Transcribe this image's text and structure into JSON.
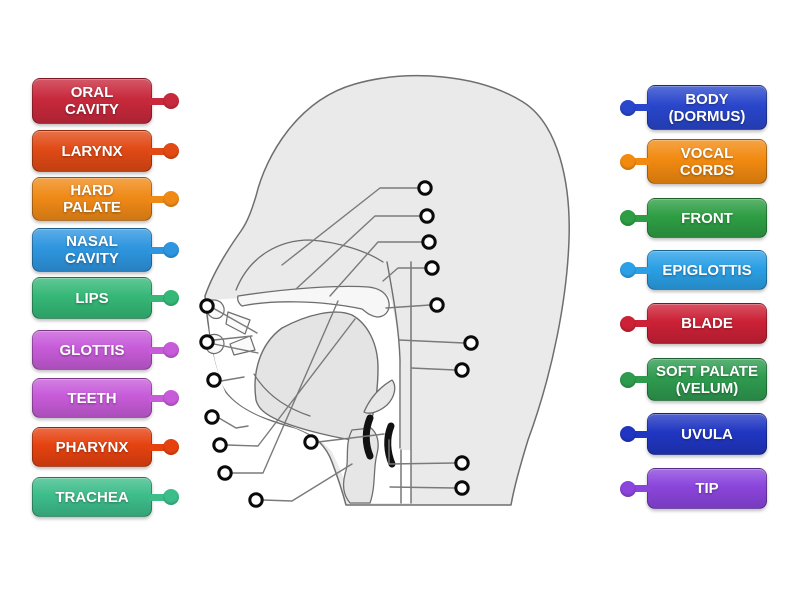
{
  "page": {
    "background": "#FFFFFF"
  },
  "left_labels": [
    {
      "text": "ORAL\nCAVITY",
      "color": "#C8293C"
    },
    {
      "text": "LARYNX",
      "color": "#E14A15"
    },
    {
      "text": "HARD\nPALATE",
      "color": "#F08A17"
    },
    {
      "text": "NASAL\nCAVITY",
      "color": "#2E96E0"
    },
    {
      "text": "LIPS",
      "color": "#35B877"
    },
    {
      "text": "GLOTTIS",
      "color": "#C75BD9"
    },
    {
      "text": "TEETH",
      "color": "#C75BD9"
    },
    {
      "text": "PHARYNX",
      "color": "#E64210"
    },
    {
      "text": "TRACHEA",
      "color": "#3DBD8A"
    }
  ],
  "right_labels": [
    {
      "text": "BODY\n(DORMUS)",
      "color": "#2946CC"
    },
    {
      "text": "VOCAL\nCORDS",
      "color": "#F28A10"
    },
    {
      "text": "FRONT",
      "color": "#2E9E44"
    },
    {
      "text": "EPIGLOTTIS",
      "color": "#2BA0E6"
    },
    {
      "text": "BLADE",
      "color": "#CC2136"
    },
    {
      "text": "SOFT PALATE\n(VELUM)",
      "color": "#2E9B4F"
    },
    {
      "text": "UVULA",
      "color": "#2036C2"
    },
    {
      "text": "TIP",
      "color": "#8B45DC"
    }
  ],
  "diagram": {
    "description": "Sagittal cross-section of the head and vocal tract with unlabeled answer points",
    "answer_point_count": 17
  }
}
